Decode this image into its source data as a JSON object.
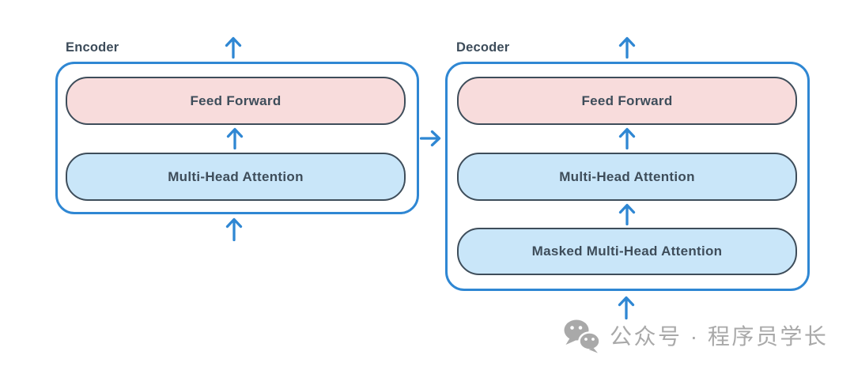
{
  "diagram": {
    "title_implied": "Transformer encoder-decoder blocks",
    "encoder": {
      "label": "Encoder",
      "layers": [
        {
          "label": "Feed Forward",
          "kind": "feed-forward"
        },
        {
          "label": "Multi-Head Attention",
          "kind": "attention"
        }
      ]
    },
    "decoder": {
      "label": "Decoder",
      "layers": [
        {
          "label": "Feed Forward",
          "kind": "feed-forward"
        },
        {
          "label": "Multi-Head Attention",
          "kind": "attention"
        },
        {
          "label": "Masked Multi-Head Attention",
          "kind": "attention"
        }
      ]
    },
    "colors": {
      "container_outline": "#2f87d3",
      "arrow": "#2f87d3",
      "box_border": "#3e4d5a",
      "text": "#3e4d5a",
      "feed_forward_fill": "#f8dcdc",
      "attention_fill": "#c9e6f9",
      "background": "#ffffff"
    }
  },
  "watermark": {
    "icon": "wechat-icon",
    "text": "公众号 · 程序员学长",
    "color": "#a9a9a9"
  }
}
